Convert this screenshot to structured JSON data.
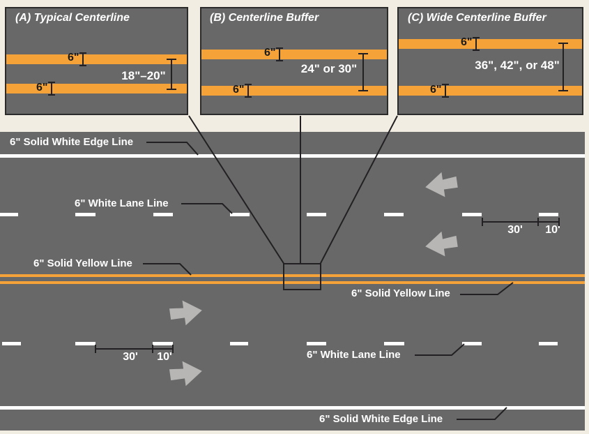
{
  "colors": {
    "background": "#f2ede2",
    "pavement_gray": "#686868",
    "marking_yellow": "#f5a339",
    "marking_white": "#ffffff",
    "arrow_gray": "#b7b6b5",
    "line_black": "#232023"
  },
  "panels": [
    {
      "label": "A",
      "title": "(A) Typical Centerline",
      "six_top": "6\"",
      "six_bottom": "6\"",
      "gap": "18\"–20\""
    },
    {
      "label": "B",
      "title": "(B) Centerline Buffer",
      "six_top": "6\"",
      "six_bottom": "6\"",
      "gap": "24\" or 30\""
    },
    {
      "label": "C",
      "title": "(C) Wide Centerline Buffer",
      "six_top": "6\"",
      "six_bottom": "6\"",
      "gap": "36\", 42\", or 48\""
    }
  ],
  "road": {
    "top_edge_label": "6\" Solid White Edge Line",
    "top_lane_label": "6\" White Lane Line",
    "left_yellow_label": "6\" Solid Yellow Line",
    "right_yellow_label": "6\" Solid Yellow Line",
    "bottom_lane_label": "6\" White Lane Line",
    "bottom_edge_label": "6\" Solid White Edge Line",
    "dash_gap_label": "30'",
    "dash_length_label": "10'"
  }
}
